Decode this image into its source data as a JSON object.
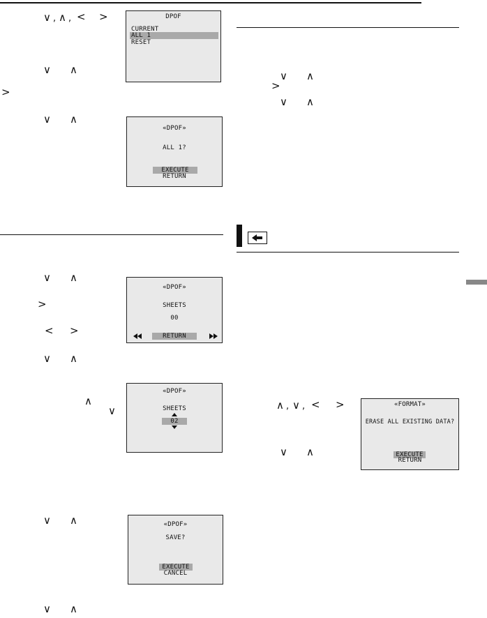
{
  "glyphs": {
    "down": "∨",
    "up": "∧",
    "left": "<",
    "right": ">"
  },
  "dpof_menu": {
    "title": "DPOF",
    "items": [
      "CURRENT",
      "ALL 1",
      "RESET"
    ],
    "selected": "ALL 1"
  },
  "all1_confirm": {
    "title": "«DPOF»",
    "question": "ALL 1?",
    "options": [
      "EXECUTE",
      "RETURN"
    ],
    "selected": "EXECUTE"
  },
  "sheets_screen": {
    "title": "«DPOF»",
    "label": "SHEETS",
    "value": "00",
    "return_label": "RETURN",
    "rewind_icon": "rewind-icon",
    "forward_icon": "fast-forward-icon"
  },
  "sheets_adjust": {
    "title": "«DPOF»",
    "label": "SHEETS",
    "value": "02"
  },
  "save_confirm": {
    "title": "«DPOF»",
    "question": "SAVE?",
    "options": [
      "EXECUTE",
      "CANCEL"
    ],
    "selected": "EXECUTE"
  },
  "format_confirm": {
    "title": "«FORMAT»",
    "question": "ERASE ALL EXISTING DATA?",
    "options": [
      "EXECUTE",
      "RETURN"
    ],
    "selected": "EXECUTE"
  },
  "section_icon": "back-arrow-icon"
}
